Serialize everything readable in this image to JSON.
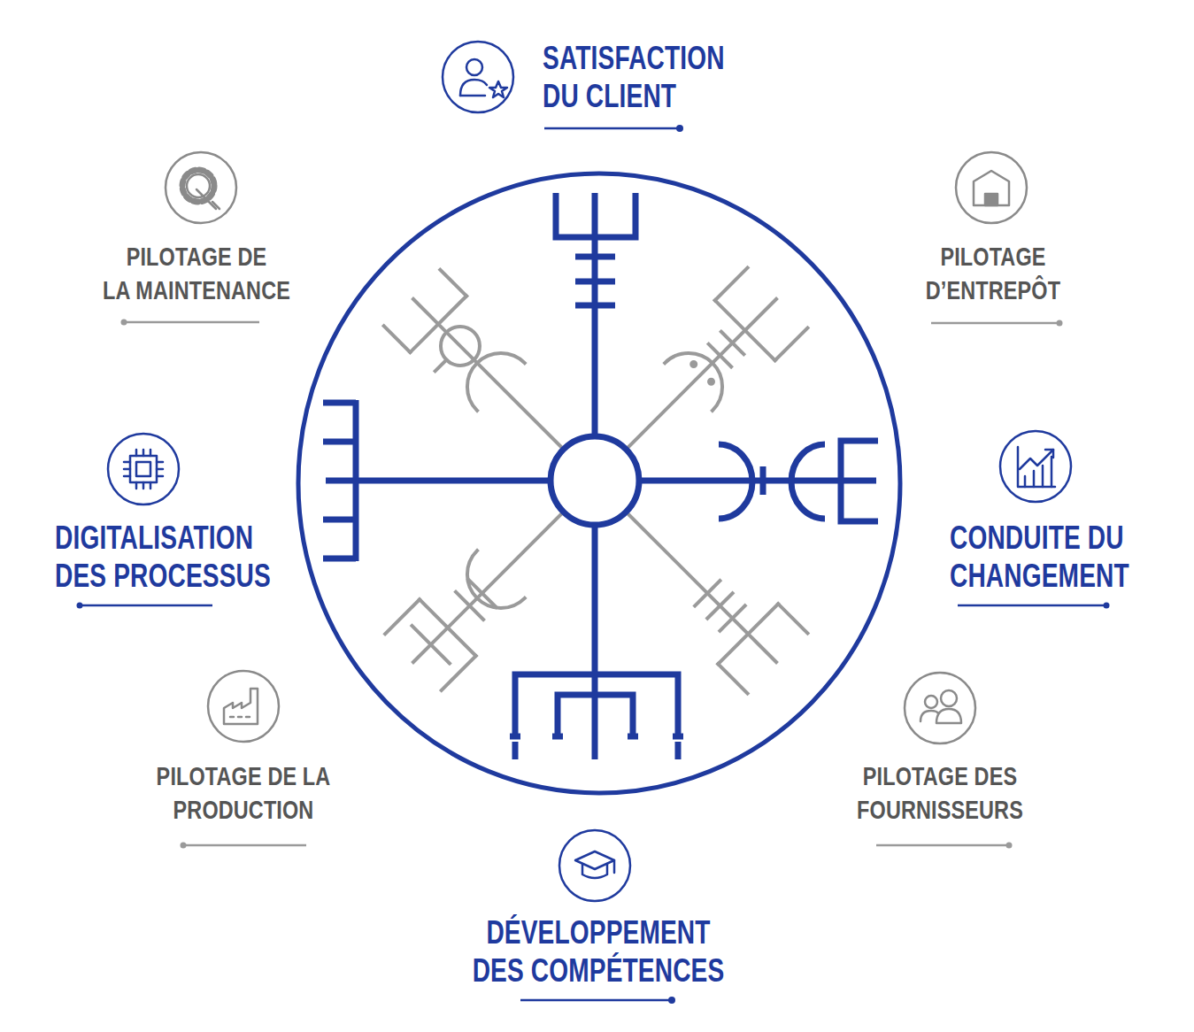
{
  "diagram": {
    "labels": [
      "SATISFACTION DU CLIENT",
      "PILOTAGE DE LA MAINTENANCE",
      "PILOTAGE D’ENTREPÔT",
      "DIGITALISATION DES PROCESSUS",
      "CONDUITE DU CHANGEMENT",
      "PILOTAGE DE LA PRODUCTION",
      "PILOTAGE DES FOURNISSEURS",
      "DÉVELOPPEMENT DES COMPÉTENCES"
    ]
  }
}
